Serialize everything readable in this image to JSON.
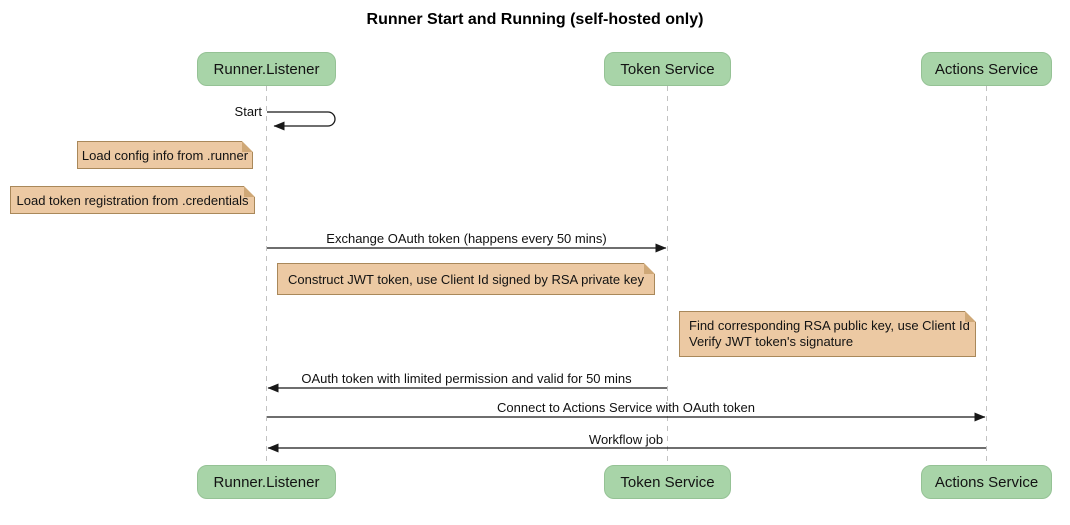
{
  "title": "Runner Start and Running (self-hosted only)",
  "diagram_type": "sequence",
  "participants": [
    {
      "name": "Runner.Listener"
    },
    {
      "name": "Token Service"
    },
    {
      "name": "Actions Service"
    }
  ],
  "messages": [
    {
      "from": "Runner.Listener",
      "to": "Runner.Listener",
      "type": "self",
      "label": "Start"
    },
    {
      "from": "Runner.Listener",
      "to": "Token Service",
      "type": "solid-arrow",
      "label": "Exchange OAuth token (happens every 50 mins)"
    },
    {
      "from": "Token Service",
      "to": "Runner.Listener",
      "type": "solid-arrow",
      "label": "OAuth token with limited permission and valid for 50 mins"
    },
    {
      "from": "Runner.Listener",
      "to": "Actions Service",
      "type": "solid-arrow",
      "label": "Connect to Actions Service with OAuth token"
    },
    {
      "from": "Actions Service",
      "to": "Runner.Listener",
      "type": "solid-arrow",
      "label": "Workflow job"
    }
  ],
  "notes": [
    {
      "position": "left of Runner.Listener",
      "lines": [
        "Load config info from .runner"
      ]
    },
    {
      "position": "left of Runner.Listener",
      "lines": [
        "Load token registration from .credentials"
      ]
    },
    {
      "position": "over Runner.Listener and Token Service",
      "lines": [
        "Construct JWT token, use Client Id signed by RSA private key"
      ]
    },
    {
      "position": "left of Actions Service",
      "lines": [
        "Find corresponding RSA public key, use Client Id",
        "Verify JWT token's signature"
      ]
    }
  ],
  "colors": {
    "actor_fill": "#a8d4a8",
    "actor_border": "#95c295",
    "note_fill": "#ecc9a3",
    "note_border": "#a9885a",
    "lifeline": "#c2c2c2",
    "arrow": "#181818",
    "background": "#ffffff"
  }
}
